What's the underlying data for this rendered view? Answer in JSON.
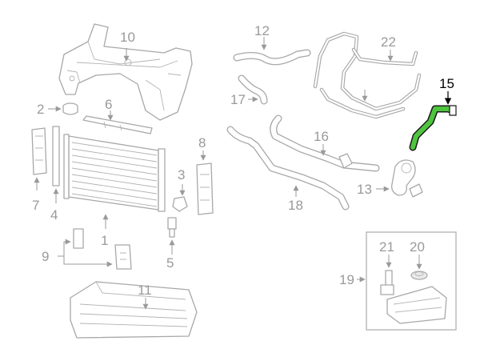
{
  "diagram": {
    "highlight_color": "#4fc43f",
    "line_color": "#a8a8a8",
    "callouts": {
      "c1": "1",
      "c2": "2",
      "c3": "3",
      "c4": "4",
      "c5": "5",
      "c6": "6",
      "c7": "7",
      "c8": "8",
      "c9": "9",
      "c10": "10",
      "c11": "11",
      "c12": "12",
      "c13": "13",
      "c15": "15",
      "c16": "16",
      "c17": "17",
      "c18": "18",
      "c19": "19",
      "c20": "20",
      "c21": "21",
      "c22": "22"
    },
    "highlighted_callout": "15"
  }
}
